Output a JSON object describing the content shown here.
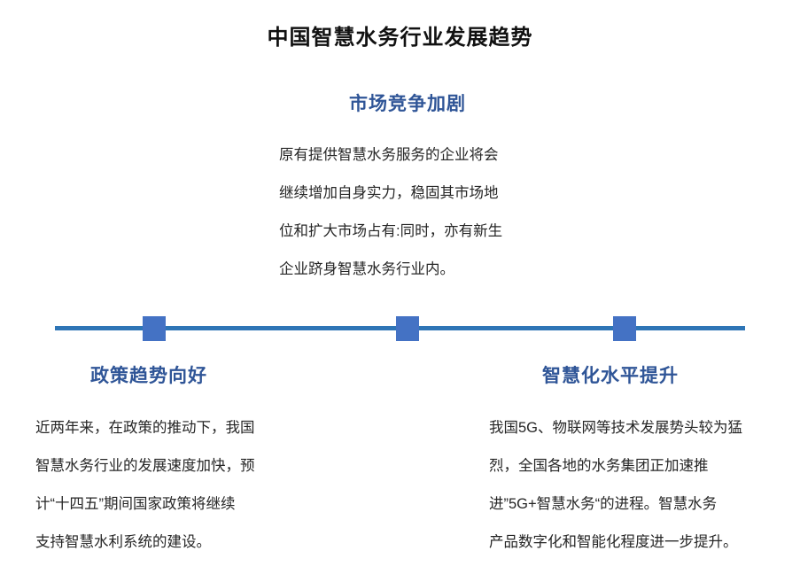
{
  "slide": {
    "title": "中国智慧水务行业发展趋势",
    "colors": {
      "heading_blue": "#2F5597",
      "node_blue": "#4472C4",
      "line_blue": "#2E75B6",
      "body_text": "#262626",
      "title_text": "#111111",
      "background": "#FFFFFF"
    }
  },
  "timeline": {
    "nodes": [
      {
        "label": "node-1"
      },
      {
        "label": "node-2"
      },
      {
        "label": "node-3"
      }
    ]
  },
  "blocks": {
    "top": {
      "heading": "市场竞争加剧",
      "lines": [
        "原有提供智慧水务服务的企业将会",
        "继续增加自身实力，稳固其市场地",
        "位和扩大市场占有:同时，亦有新生",
        "企业跻身智慧水务行业内。"
      ]
    },
    "bottom_left": {
      "heading": "政策趋势向好",
      "lines": [
        "近两年来，在政策的推动下，我国",
        "智慧水务行业的发展速度加快，预",
        "计“十四五”期间国家政策将继续",
        "支持智慧水利系统的建设。"
      ]
    },
    "bottom_right": {
      "heading": "智慧化水平提升",
      "lines": [
        "我国5G、物联网等技术发展势头较为猛",
        "烈，全国各地的水务集团正加速推",
        "进”5G+智慧水务“的进程。智慧水务",
        "产品数字化和智能化程度进一步提升。"
      ]
    }
  }
}
